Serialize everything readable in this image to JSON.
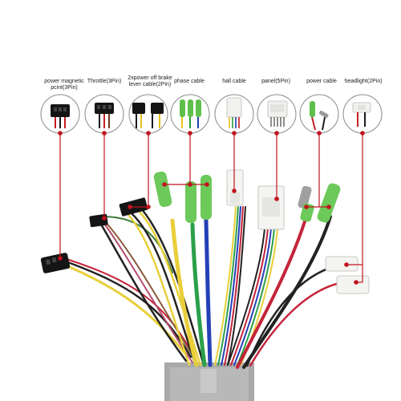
{
  "labels": [
    {
      "id": "power-magnetic",
      "line1": "power magnetic",
      "line2": "pcint(3Pin)"
    },
    {
      "id": "throttle",
      "line1": "Throttle(3Pin)",
      "line2": ""
    },
    {
      "id": "brake",
      "line1": "2xpower off brake",
      "line2": "lever cable(2Pin)"
    },
    {
      "id": "phase",
      "line1": "phase cable",
      "line2": ""
    },
    {
      "id": "hall",
      "line1": "hall cable",
      "line2": ""
    },
    {
      "id": "panel",
      "line1": "panel(5Pin)",
      "line2": ""
    },
    {
      "id": "power",
      "line1": "power cable",
      "line2": ""
    },
    {
      "id": "headlight",
      "line1": "headlight(2Pin)",
      "line2": ""
    }
  ],
  "colors": {
    "pointer": "#c0141e",
    "circle_border": "#8a8a8a",
    "controller_box": "#a9a9a9"
  },
  "icons": [
    "connector-3pin-black",
    "connector-3pin-black",
    "connector-2x2pin-black",
    "connector-bullet-green",
    "connector-hall-white",
    "connector-panel-white",
    "connector-power-green",
    "connector-headlight-white"
  ]
}
